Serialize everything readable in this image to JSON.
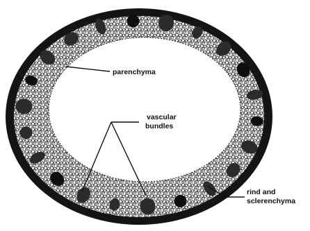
{
  "figure": {
    "labels": {
      "parenchyma": "parenchyma",
      "vascular_line1": "vascular",
      "vascular_line2": "bundles",
      "rind_line1": "rind and",
      "rind_line2": "sclerenchyma"
    },
    "colors": {
      "ink": "#111111",
      "rind": "#141414",
      "cell_fill": "#f2f2f2",
      "cell_wall": "#2a2a2a",
      "hollow": "#ffffff"
    }
  }
}
